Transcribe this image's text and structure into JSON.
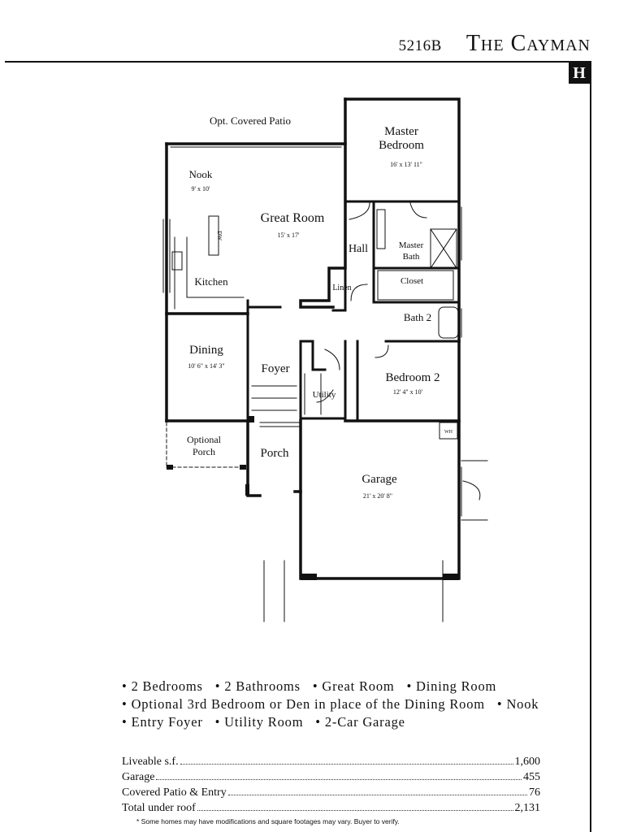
{
  "header": {
    "plan_number": "5216B",
    "plan_name": "The Cayman",
    "badge": "H"
  },
  "rooms": {
    "patio": "Opt. Covered Patio",
    "master_bedroom": [
      "Master",
      "Bedroom"
    ],
    "master_bedroom_dims": "16' x 13' 11\"",
    "nook": "Nook",
    "nook_dims": "9' x 10'",
    "great_room": "Great Room",
    "great_room_dims": "15' x 17'",
    "hall": "Hall",
    "master_bath": [
      "Master",
      "Bath"
    ],
    "closet": "Closet",
    "linen": "Linen",
    "kitchen": "Kitchen",
    "dw": "DW",
    "bath2": "Bath 2",
    "dining": "Dining",
    "dining_dims": "10' 6\" x 14' 3\"",
    "foyer": "Foyer",
    "utility": "Utility",
    "bedroom2": "Bedroom 2",
    "bedroom2_dims": "12' 4\" x 10'",
    "wh": "WH",
    "optional_porch": [
      "Optional",
      "Porch"
    ],
    "porch": "Porch",
    "garage": "Garage",
    "garage_dims": "21' x 20' 8\""
  },
  "features": [
    [
      "2 Bedrooms",
      "2 Bathrooms",
      "Great Room",
      "Dining Room"
    ],
    [
      "Optional 3rd Bedroom or Den in place of the Dining Room",
      "Nook"
    ],
    [
      "Entry Foyer",
      "Utility Room",
      "2-Car Garage"
    ]
  ],
  "stats": [
    {
      "label": "Liveable s.f.",
      "value": "1,600"
    },
    {
      "label": "Garage",
      "value": "455"
    },
    {
      "label": "Covered Patio & Entry",
      "value": "76"
    },
    {
      "label": "Total under roof",
      "value": "2,131"
    }
  ],
  "footnote": "* Some homes may have modifications and square footages may vary. Buyer to verify."
}
